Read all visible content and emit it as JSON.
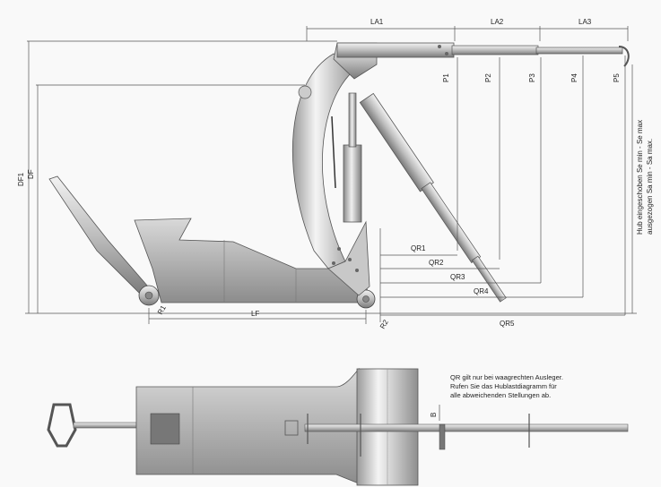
{
  "labels": {
    "la1": "LA1",
    "la2": "LA2",
    "la3": "LA3",
    "p1": "P1",
    "p2": "P2",
    "p3": "P3",
    "p4": "P4",
    "p5": "P5",
    "df1": "DF1",
    "df": "DF",
    "qr1": "QR1",
    "qr2": "QR2",
    "qr3": "QR3",
    "qr4": "QR4",
    "qr5": "QR5",
    "lf": "LF",
    "r1": "R1",
    "r2": "R2",
    "b": "B",
    "hub1": "Hub eingeschoben Se min - Se max",
    "hub2": "ausgezogen Sa min - Sa max."
  },
  "note": {
    "line1": "QR gilt nur bei waagrechten Ausleger.",
    "line2": "Rufen Sie das Hublastdiagramm für",
    "line3": "alle abweichenden Stellungen ab."
  },
  "colors": {
    "metal_light": "#e6e6e6",
    "metal_mid": "#b5b5b5",
    "metal_dark": "#6f6f6f",
    "line": "#555555"
  }
}
